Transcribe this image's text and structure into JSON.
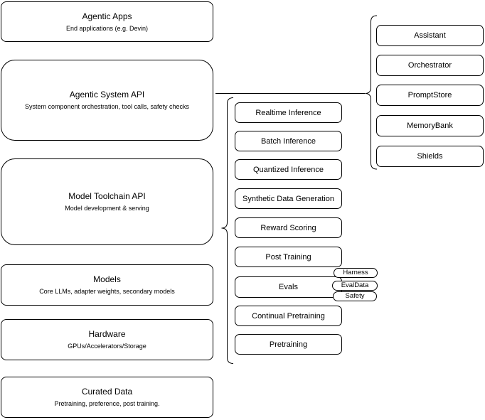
{
  "diagram": {
    "left_stack": [
      {
        "title": "Agentic Apps",
        "subtitle": "End applications (e.g. Devin)"
      },
      {
        "title": "Agentic System API",
        "subtitle": "System component orchestration, tool calls, safety checks"
      },
      {
        "title": "Model Toolchain API",
        "subtitle": "Model development & serving"
      },
      {
        "title": "Models",
        "subtitle": "Core LLMs, adapter weights, secondary models"
      },
      {
        "title": "Hardware",
        "subtitle": "GPUs/Accelerators/Storage"
      },
      {
        "title": "Curated Data",
        "subtitle": "Pretraining, preference, post training."
      }
    ],
    "toolchain": {
      "items": [
        "Realtime Inference",
        "Batch Inference",
        "Quantized Inference",
        "Synthetic Data Generation",
        "Reward Scoring",
        "Post Training",
        "Evals",
        "Continual Pretraining",
        "Pretraining"
      ],
      "evals_tags": [
        "Harness",
        "EvalData",
        "Safety"
      ]
    },
    "system_components": [
      "Assistant",
      "Orchestrator",
      "PromptStore",
      "MemoryBank",
      "Shields"
    ],
    "colors": {
      "stroke": "#000000",
      "background": "#ffffff",
      "text": "#000000"
    }
  }
}
